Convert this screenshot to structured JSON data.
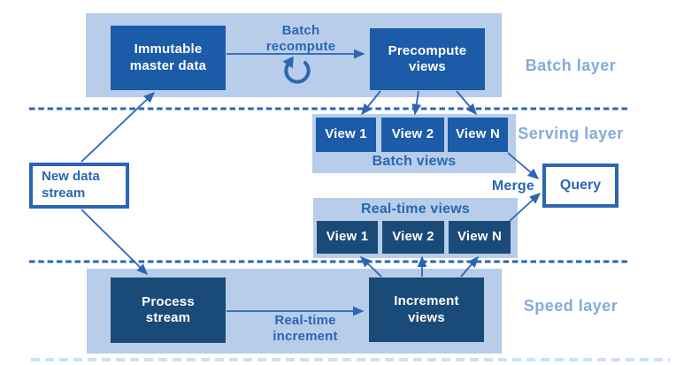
{
  "colors": {
    "background": "#ffffff",
    "layer_container": "#b7cde9",
    "batch_box": "#1c5ba8",
    "speed_box": "#1a4a78",
    "accent": "#2b66b3",
    "layer_label_text": "#84abdb",
    "faint_bottom_line": "#cfe1f3"
  },
  "layers": {
    "batch": {
      "label": "Batch layer"
    },
    "serving": {
      "label": "Serving layer"
    },
    "speed": {
      "label": "Speed layer"
    }
  },
  "nodes": {
    "immutable_master_data": "Immutable\nmaster data",
    "precompute_views": "Precompute\nviews",
    "new_data_stream": "New data\nstream",
    "process_stream": "Process\nstream",
    "increment_views": "Increment\nviews",
    "query": "Query"
  },
  "views": {
    "batch": [
      "View 1",
      "View 2",
      "View N"
    ],
    "realtime": [
      "View 1",
      "View 2",
      "View N"
    ]
  },
  "labels": {
    "batch_recompute": "Batch\nrecompute",
    "batch_views": "Batch views",
    "real_time_views": "Real-time views",
    "real_time_increment": "Real-time\nincrement",
    "merge": "Merge"
  },
  "icons": {
    "recompute_cycle": "counterclockwise-refresh-arrow"
  }
}
